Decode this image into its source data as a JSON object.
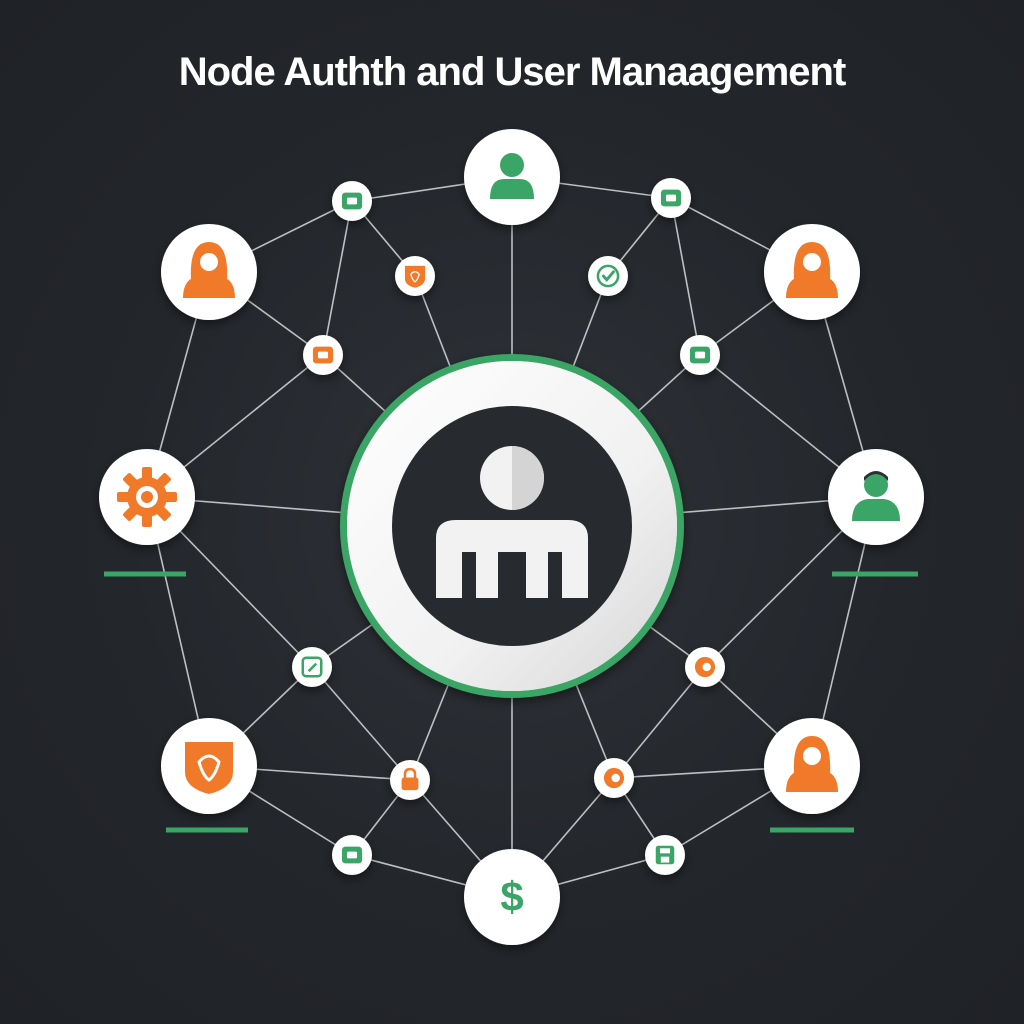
{
  "title": "Node Authth and User Manaagement",
  "colors": {
    "background": "#23262b",
    "green": "#3aa566",
    "orange": "#f07a2a",
    "node_fill": "#ffffff",
    "edge": "#d8dadc"
  },
  "hub": {
    "icon": "user-group-icon"
  },
  "nodes": [
    {
      "id": "top",
      "icon": "user-icon",
      "color": "green",
      "size": "large"
    },
    {
      "id": "upper-left",
      "icon": "woman-user-icon",
      "color": "orange",
      "size": "large"
    },
    {
      "id": "upper-right",
      "icon": "woman-user-icon",
      "color": "orange",
      "size": "large"
    },
    {
      "id": "mid-left",
      "icon": "gear-icon",
      "color": "orange",
      "size": "large"
    },
    {
      "id": "mid-right",
      "icon": "man-user-icon",
      "color": "green",
      "size": "large"
    },
    {
      "id": "lower-left",
      "icon": "shield-icon",
      "color": "orange",
      "size": "large"
    },
    {
      "id": "lower-right",
      "icon": "woman-user-icon",
      "color": "orange",
      "size": "large"
    },
    {
      "id": "bottom",
      "icon": "dollar-icon",
      "color": "green",
      "size": "large",
      "glyph": "$"
    },
    {
      "id": "s1",
      "icon": "chat-icon",
      "color": "green",
      "size": "small"
    },
    {
      "id": "s2",
      "icon": "card-icon",
      "color": "green",
      "size": "small"
    },
    {
      "id": "s3",
      "icon": "shield-icon",
      "color": "orange",
      "size": "small"
    },
    {
      "id": "s4",
      "icon": "check-icon",
      "color": "green",
      "size": "small"
    },
    {
      "id": "s5",
      "icon": "image-icon",
      "color": "orange",
      "size": "small"
    },
    {
      "id": "s6",
      "icon": "badge-icon",
      "color": "green",
      "size": "small"
    },
    {
      "id": "s7",
      "icon": "edit-icon",
      "color": "green",
      "size": "small"
    },
    {
      "id": "s8",
      "icon": "record-icon",
      "color": "orange",
      "size": "small"
    },
    {
      "id": "s9",
      "icon": "lock-icon",
      "color": "orange",
      "size": "small"
    },
    {
      "id": "s10",
      "icon": "record-icon",
      "color": "orange",
      "size": "small"
    },
    {
      "id": "s11",
      "icon": "chat-icon",
      "color": "green",
      "size": "small"
    },
    {
      "id": "s12",
      "icon": "save-icon",
      "color": "green",
      "size": "small"
    }
  ],
  "accent_bars": [
    {
      "id": "bar-mid-left"
    },
    {
      "id": "bar-mid-right"
    },
    {
      "id": "bar-lower-left"
    },
    {
      "id": "bar-lower-right"
    }
  ]
}
